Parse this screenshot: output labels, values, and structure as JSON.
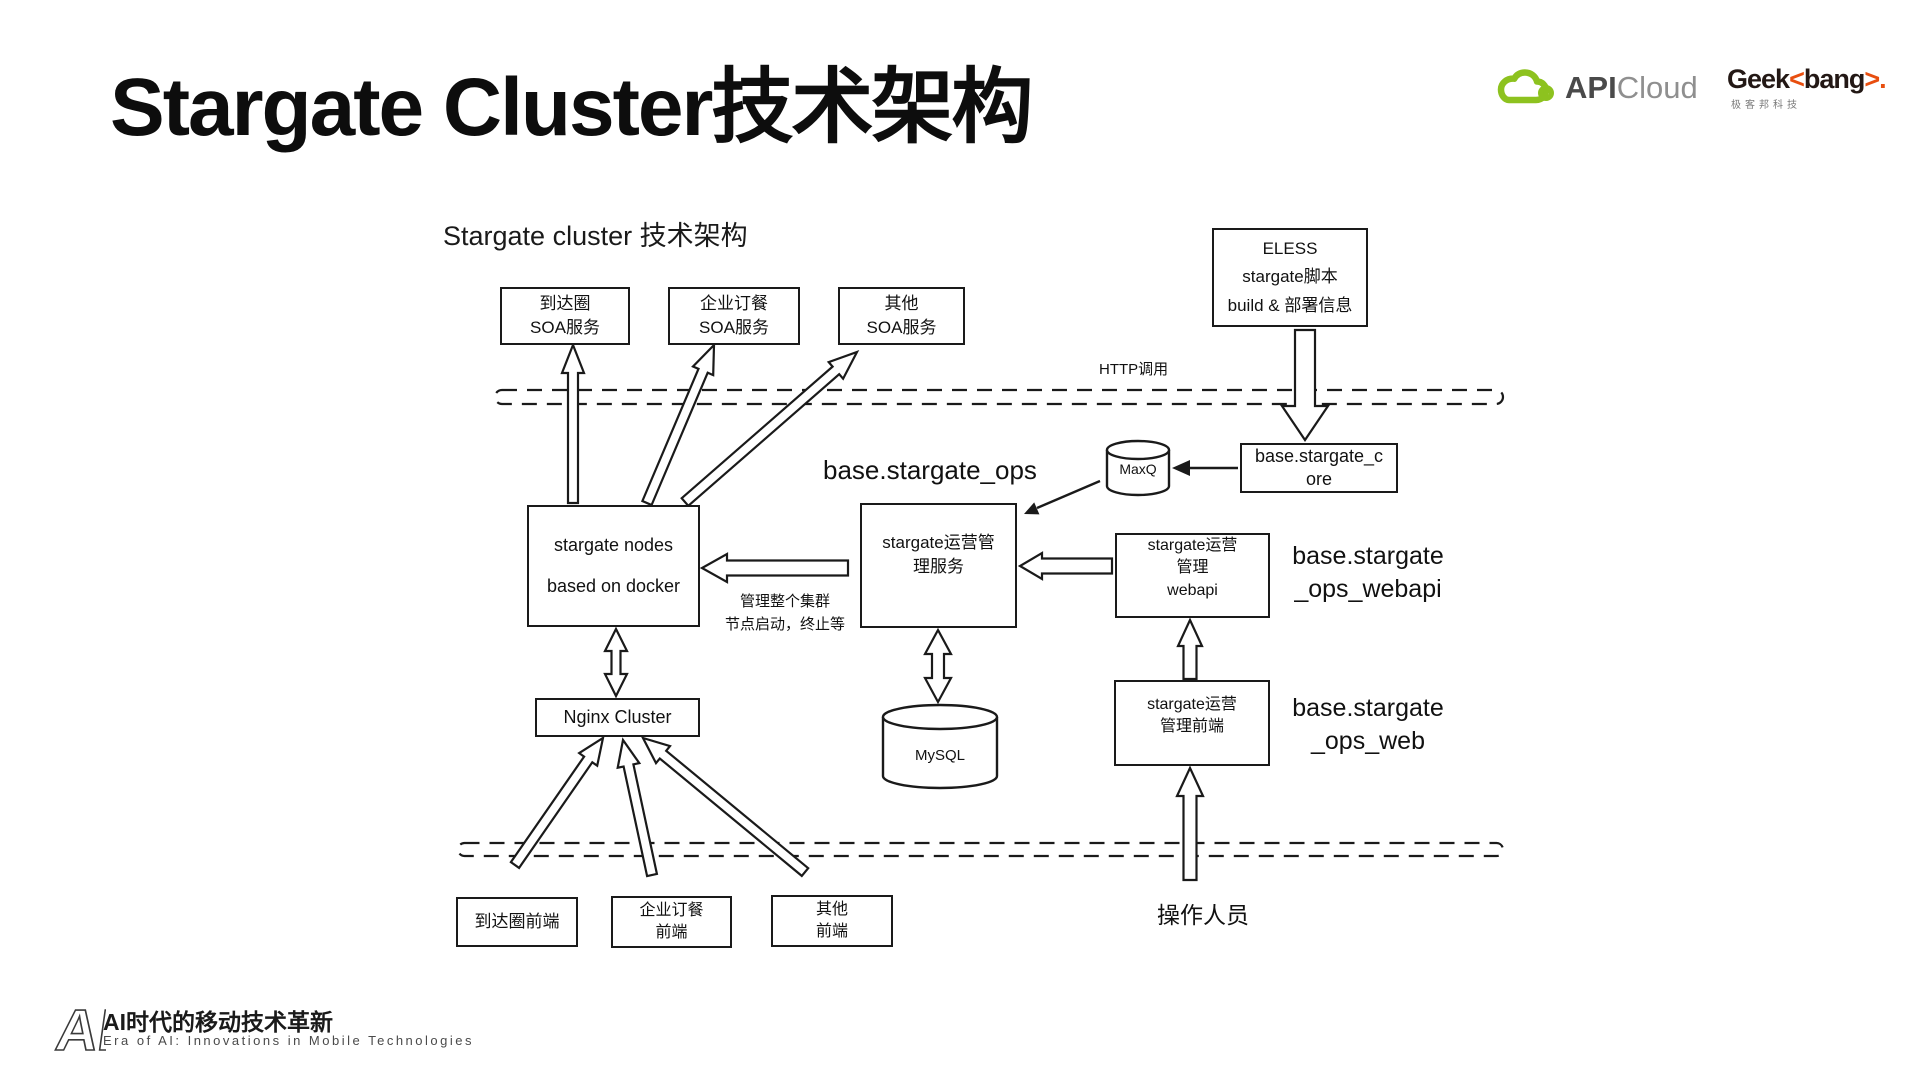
{
  "header": {
    "title": "Stargate Cluster技术架构",
    "apicloud": {
      "api": "API",
      "cloud": "Cloud"
    },
    "geekbang": {
      "geek": "Geek",
      "left_mark": "<",
      "bang": "bang",
      "right_mark": ">",
      "dot": ".",
      "subtitle": "极客邦科技"
    }
  },
  "colors": {
    "accent_green": "#8dc21f",
    "accent_orange": "#e84e0f",
    "line": "#1a1a1a"
  },
  "diagram": {
    "subtitle": "Stargate cluster 技术架构",
    "http_label": "HTTP调用",
    "ops_label": "base.stargate_ops",
    "manage_note": {
      "line1": "管理整个集群",
      "line2": "节点启动，终止等"
    },
    "ops_webapi_label": {
      "line1": "base.stargate",
      "line2": "_ops_webapi"
    },
    "ops_web_label": {
      "line1": "base.stargate",
      "line2": "_ops_web"
    },
    "operator_label": "操作人员",
    "boxes": {
      "soa_daodaquan": {
        "line1": "到达圈",
        "line2": "SOA服务"
      },
      "soa_dingcan": {
        "line1": "企业订餐",
        "line2": "SOA服务"
      },
      "soa_other": {
        "line1": "其他",
        "line2": "SOA服务"
      },
      "eless": {
        "line1": "ELESS",
        "line2": "stargate脚本",
        "line3": "build & 部署信息"
      },
      "core": {
        "line1": "base.stargate_c",
        "line2": "ore"
      },
      "nodes": {
        "line1": "stargate nodes",
        "line2": "based on docker"
      },
      "ops_service": {
        "line1": "stargate运营管",
        "line2": "理服务"
      },
      "ops_webapi": {
        "line1": "stargate运营",
        "line2": "管理",
        "line3": "webapi"
      },
      "ops_front": {
        "line1": "stargate运营",
        "line2": "管理前端"
      },
      "nginx": {
        "line1": "Nginx Cluster"
      },
      "maxq": {
        "line1": "MaxQ"
      },
      "mysql": {
        "line1": "MySQL"
      },
      "front_daodaquan": {
        "line1": "到达圈前端"
      },
      "front_dingcan": {
        "line1": "企业订餐",
        "line2": "前端"
      },
      "front_other": {
        "line1": "其他",
        "line2": "前端"
      }
    }
  },
  "footer": {
    "logo": "AI",
    "title": "AI时代的移动技术革新",
    "subtitle": "Era of AI: Innovations in Mobile Technologies"
  }
}
